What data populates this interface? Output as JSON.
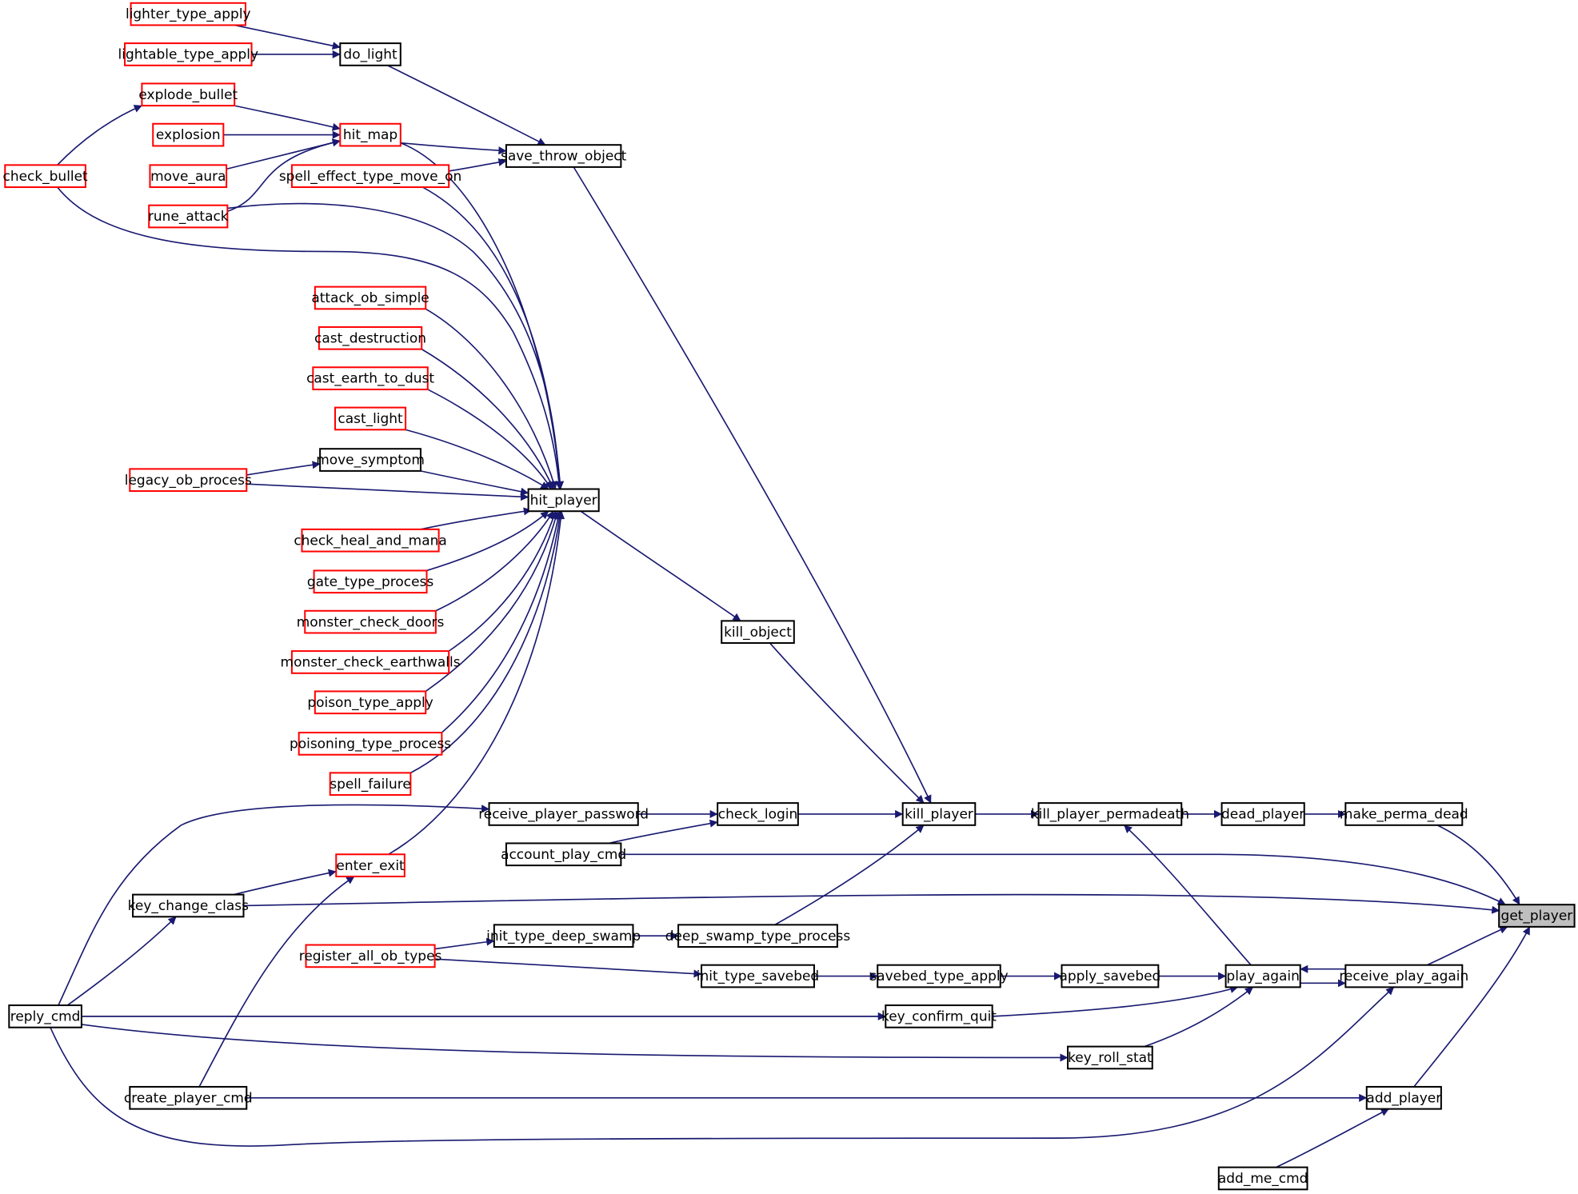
{
  "nodes": [
    {
      "id": "get_player",
      "label": "get_player",
      "style": "highlight"
    },
    {
      "id": "make_perma_dead",
      "label": "make_perma_dead",
      "style": "black"
    },
    {
      "id": "dead_player",
      "label": "dead_player",
      "style": "black"
    },
    {
      "id": "kill_player_permadeath",
      "label": "kill_player_permadeath",
      "style": "black"
    },
    {
      "id": "kill_player",
      "label": "kill_player",
      "style": "black"
    },
    {
      "id": "check_login",
      "label": "check_login",
      "style": "black"
    },
    {
      "id": "receive_player_password",
      "label": "receive_player_password",
      "style": "black"
    },
    {
      "id": "account_play_cmd",
      "label": "account_play_cmd",
      "style": "black"
    },
    {
      "id": "kill_object",
      "label": "kill_object",
      "style": "black"
    },
    {
      "id": "hit_player",
      "label": "hit_player",
      "style": "black"
    },
    {
      "id": "save_throw_object",
      "label": "save_throw_object",
      "style": "black"
    },
    {
      "id": "do_light",
      "label": "do_light",
      "style": "black"
    },
    {
      "id": "lighter_type_apply",
      "label": "lighter_type_apply",
      "style": "red"
    },
    {
      "id": "lightable_type_apply",
      "label": "lightable_type_apply",
      "style": "red"
    },
    {
      "id": "hit_map",
      "label": "hit_map",
      "style": "red"
    },
    {
      "id": "explode_bullet",
      "label": "explode_bullet",
      "style": "red"
    },
    {
      "id": "explosion",
      "label": "explosion",
      "style": "red"
    },
    {
      "id": "move_aura",
      "label": "move_aura",
      "style": "red"
    },
    {
      "id": "rune_attack",
      "label": "rune_attack",
      "style": "red"
    },
    {
      "id": "check_bullet",
      "label": "check_bullet",
      "style": "red"
    },
    {
      "id": "spell_effect_type_move_on",
      "label": "spell_effect_type_move_on",
      "style": "red"
    },
    {
      "id": "attack_ob_simple",
      "label": "attack_ob_simple",
      "style": "red"
    },
    {
      "id": "cast_destruction",
      "label": "cast_destruction",
      "style": "red"
    },
    {
      "id": "cast_earth_to_dust",
      "label": "cast_earth_to_dust",
      "style": "red"
    },
    {
      "id": "cast_light",
      "label": "cast_light",
      "style": "red"
    },
    {
      "id": "move_symptom",
      "label": "move_symptom",
      "style": "black"
    },
    {
      "id": "legacy_ob_process",
      "label": "legacy_ob_process",
      "style": "red"
    },
    {
      "id": "check_heal_and_mana",
      "label": "check_heal_and_mana",
      "style": "red"
    },
    {
      "id": "gate_type_process",
      "label": "gate_type_process",
      "style": "red"
    },
    {
      "id": "monster_check_doors",
      "label": "monster_check_doors",
      "style": "red"
    },
    {
      "id": "monster_check_earthwalls",
      "label": "monster_check_earthwalls",
      "style": "red"
    },
    {
      "id": "poison_type_apply",
      "label": "poison_type_apply",
      "style": "red"
    },
    {
      "id": "poisoning_type_process",
      "label": "poisoning_type_process",
      "style": "red"
    },
    {
      "id": "spell_failure",
      "label": "spell_failure",
      "style": "red"
    },
    {
      "id": "enter_exit",
      "label": "enter_exit",
      "style": "red"
    },
    {
      "id": "key_change_class",
      "label": "key_change_class",
      "style": "black"
    },
    {
      "id": "reply_cmd",
      "label": "reply_cmd",
      "style": "black"
    },
    {
      "id": "create_player_cmd",
      "label": "create_player_cmd",
      "style": "black"
    },
    {
      "id": "deep_swamp_type_process",
      "label": "deep_swamp_type_process",
      "style": "black"
    },
    {
      "id": "init_type_deep_swamp",
      "label": "init_type_deep_swamp",
      "style": "black"
    },
    {
      "id": "register_all_ob_types",
      "label": "register_all_ob_types",
      "style": "red"
    },
    {
      "id": "init_type_savebed",
      "label": "init_type_savebed",
      "style": "black"
    },
    {
      "id": "savebed_type_apply",
      "label": "savebed_type_apply",
      "style": "black"
    },
    {
      "id": "apply_savebed",
      "label": "apply_savebed",
      "style": "black"
    },
    {
      "id": "play_again",
      "label": "play_again",
      "style": "black"
    },
    {
      "id": "receive_play_again",
      "label": "receive_play_again",
      "style": "black"
    },
    {
      "id": "key_confirm_quit",
      "label": "key_confirm_quit",
      "style": "black"
    },
    {
      "id": "key_roll_stat",
      "label": "key_roll_stat",
      "style": "black"
    },
    {
      "id": "add_player",
      "label": "add_player",
      "style": "black"
    },
    {
      "id": "add_me_cmd",
      "label": "add_me_cmd",
      "style": "black"
    }
  ],
  "edges": [
    {
      "from": "make_perma_dead",
      "to": "get_player"
    },
    {
      "from": "account_play_cmd",
      "to": "get_player"
    },
    {
      "from": "key_change_class",
      "to": "get_player"
    },
    {
      "from": "receive_play_again",
      "to": "get_player"
    },
    {
      "from": "add_player",
      "to": "get_player"
    },
    {
      "from": "dead_player",
      "to": "make_perma_dead"
    },
    {
      "from": "kill_player_permadeath",
      "to": "dead_player"
    },
    {
      "from": "kill_player",
      "to": "kill_player_permadeath"
    },
    {
      "from": "play_again",
      "to": "kill_player_permadeath"
    },
    {
      "from": "check_login",
      "to": "kill_player"
    },
    {
      "from": "kill_object",
      "to": "kill_player"
    },
    {
      "from": "save_throw_object",
      "to": "kill_player"
    },
    {
      "from": "deep_swamp_type_process",
      "to": "kill_player"
    },
    {
      "from": "receive_player_password",
      "to": "check_login"
    },
    {
      "from": "account_play_cmd",
      "to": "check_login"
    },
    {
      "from": "reply_cmd",
      "to": "receive_player_password"
    },
    {
      "from": "hit_player",
      "to": "kill_object"
    },
    {
      "from": "do_light",
      "to": "save_throw_object"
    },
    {
      "from": "hit_map",
      "to": "save_throw_object"
    },
    {
      "from": "spell_effect_type_move_on",
      "to": "save_throw_object"
    },
    {
      "from": "lighter_type_apply",
      "to": "do_light"
    },
    {
      "from": "lightable_type_apply",
      "to": "do_light"
    },
    {
      "from": "explode_bullet",
      "to": "hit_map"
    },
    {
      "from": "explosion",
      "to": "hit_map"
    },
    {
      "from": "move_aura",
      "to": "hit_map"
    },
    {
      "from": "rune_attack",
      "to": "hit_map"
    },
    {
      "from": "check_bullet",
      "to": "explode_bullet"
    },
    {
      "from": "hit_map",
      "to": "hit_player"
    },
    {
      "from": "spell_effect_type_move_on",
      "to": "hit_player"
    },
    {
      "from": "rune_attack",
      "to": "hit_player"
    },
    {
      "from": "check_bullet",
      "to": "hit_player"
    },
    {
      "from": "attack_ob_simple",
      "to": "hit_player"
    },
    {
      "from": "cast_destruction",
      "to": "hit_player"
    },
    {
      "from": "cast_earth_to_dust",
      "to": "hit_player"
    },
    {
      "from": "cast_light",
      "to": "hit_player"
    },
    {
      "from": "move_symptom",
      "to": "hit_player"
    },
    {
      "from": "legacy_ob_process",
      "to": "hit_player"
    },
    {
      "from": "check_heal_and_mana",
      "to": "hit_player"
    },
    {
      "from": "gate_type_process",
      "to": "hit_player"
    },
    {
      "from": "monster_check_doors",
      "to": "hit_player"
    },
    {
      "from": "monster_check_earthwalls",
      "to": "hit_player"
    },
    {
      "from": "poison_type_apply",
      "to": "hit_player"
    },
    {
      "from": "poisoning_type_process",
      "to": "hit_player"
    },
    {
      "from": "spell_failure",
      "to": "hit_player"
    },
    {
      "from": "enter_exit",
      "to": "hit_player"
    },
    {
      "from": "legacy_ob_process",
      "to": "move_symptom"
    },
    {
      "from": "key_change_class",
      "to": "enter_exit"
    },
    {
      "from": "create_player_cmd",
      "to": "enter_exit"
    },
    {
      "from": "reply_cmd",
      "to": "key_change_class"
    },
    {
      "from": "init_type_deep_swamp",
      "to": "deep_swamp_type_process"
    },
    {
      "from": "register_all_ob_types",
      "to": "init_type_deep_swamp"
    },
    {
      "from": "register_all_ob_types",
      "to": "init_type_savebed"
    },
    {
      "from": "init_type_savebed",
      "to": "savebed_type_apply"
    },
    {
      "from": "savebed_type_apply",
      "to": "apply_savebed"
    },
    {
      "from": "apply_savebed",
      "to": "play_again"
    },
    {
      "from": "receive_play_again",
      "to": "play_again"
    },
    {
      "from": "play_again",
      "to": "receive_play_again"
    },
    {
      "from": "key_confirm_quit",
      "to": "play_again"
    },
    {
      "from": "key_roll_stat",
      "to": "play_again"
    },
    {
      "from": "reply_cmd",
      "to": "key_confirm_quit"
    },
    {
      "from": "reply_cmd",
      "to": "key_roll_stat"
    },
    {
      "from": "reply_cmd",
      "to": "receive_play_again"
    },
    {
      "from": "create_player_cmd",
      "to": "add_player"
    },
    {
      "from": "add_me_cmd",
      "to": "add_player"
    }
  ]
}
